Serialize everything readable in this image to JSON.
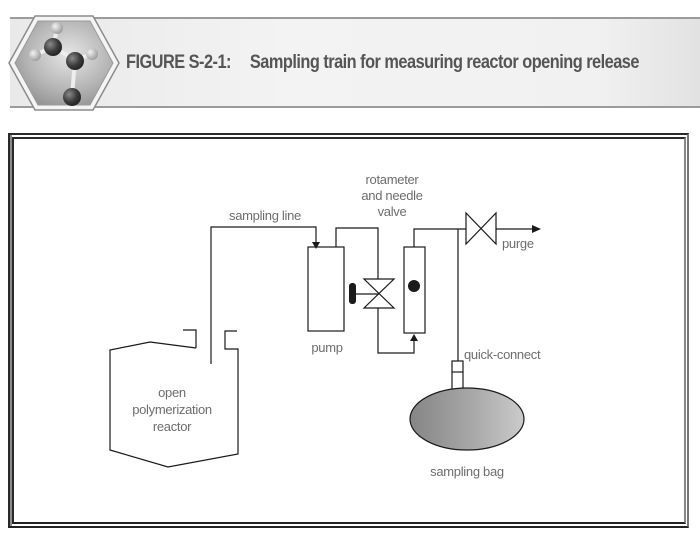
{
  "figure": {
    "number": "FIGURE S-2-1:",
    "title": "Sampling train for measuring reactor opening release",
    "badge_icon": "molecule-hexagon-icon"
  },
  "diagram": {
    "labels": {
      "sampling_line": "sampling line",
      "rotameter_line1": "rotameter",
      "rotameter_line2": "and needle",
      "rotameter_line3": "valve",
      "purge": "purge",
      "pump": "pump",
      "quick_connect": "quick-connect",
      "reactor_line1": "open",
      "reactor_line2": "polymerization",
      "reactor_line3": "reactor",
      "sampling_bag": "sampling bag"
    },
    "colors": {
      "line": "#1a1a1a",
      "label": "#6d6d6d",
      "bag_dark": "#8a8a8a",
      "bag_light": "#c9c9c9"
    }
  }
}
